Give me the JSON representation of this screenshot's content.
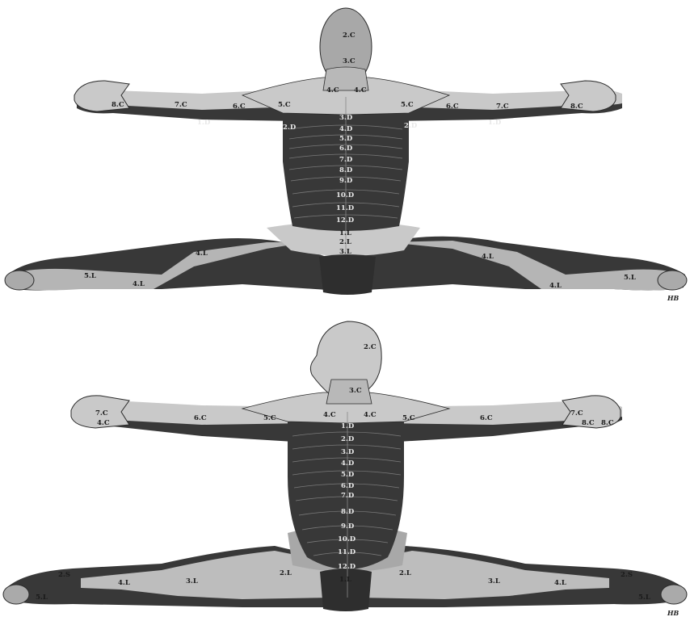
{
  "colors": {
    "light_zone": "#c9c9c9",
    "mid_zone": "#9a9a9a",
    "dark_zone": "#383838",
    "outline": "#2a2a2a"
  },
  "figure_top": {
    "labels": {
      "c2": "2.C",
      "c3": "3.C",
      "c4_l": "4.C",
      "c4_r": "4.C",
      "c5_l": "5.C",
      "c5_r": "5.C",
      "c6_l": "6.C",
      "c6_r": "6.C",
      "c7_l": "7.C",
      "c7_r": "7.C",
      "c8_l": "8.C",
      "c8_r": "8.C",
      "d1_l": "1.D",
      "d1_r": "1.D",
      "d2_l": "2.D",
      "d2_r": "2.D",
      "d3": "3.D",
      "d4": "4.D",
      "d5": "5.D",
      "d6": "6.D",
      "d7": "7.D",
      "d8": "8.D",
      "d9": "9.D",
      "d10": "10.D",
      "d11": "11.D",
      "d12": "12.D",
      "l1": "1.L",
      "l2": "2.L",
      "l3": "3.L",
      "l4_a": "4.L",
      "l4_b": "4.L",
      "l4_c": "4.L",
      "l4_d": "4.L",
      "l5_l": "5.L",
      "l5_r": "5.L"
    },
    "signature": "HB"
  },
  "figure_bottom": {
    "labels": {
      "c2": "2.C",
      "c3": "3.C",
      "c4_a": "4.C",
      "c4_b": "4.C",
      "c4_c": "4.C",
      "c5_l": "5.C",
      "c5_r": "5.C",
      "c6_l": "6.C",
      "c6_r": "6.C",
      "c7_l": "7.C",
      "c7_r": "7.C",
      "c8_l": "8.C",
      "c8_r": "8.C",
      "d1": "1.D",
      "d2": "2.D",
      "d3": "3.D",
      "d4": "4.D",
      "d5": "5.D",
      "d6": "6.D",
      "d7": "7.D",
      "d8": "8.D",
      "d9": "9.D",
      "d10": "10.D",
      "d11": "11.D",
      "d12": "12.D",
      "l1": "1.L",
      "l2_l": "2.L",
      "l2_r": "2.L",
      "l3_l": "3.L",
      "l3_r": "3.L",
      "l4_l": "4.L",
      "l4_r": "4.L",
      "l5_l": "5.L",
      "l5_r": "5.L",
      "s2_l": "2.S",
      "s2_r": "2.S"
    },
    "signature": "HB"
  }
}
